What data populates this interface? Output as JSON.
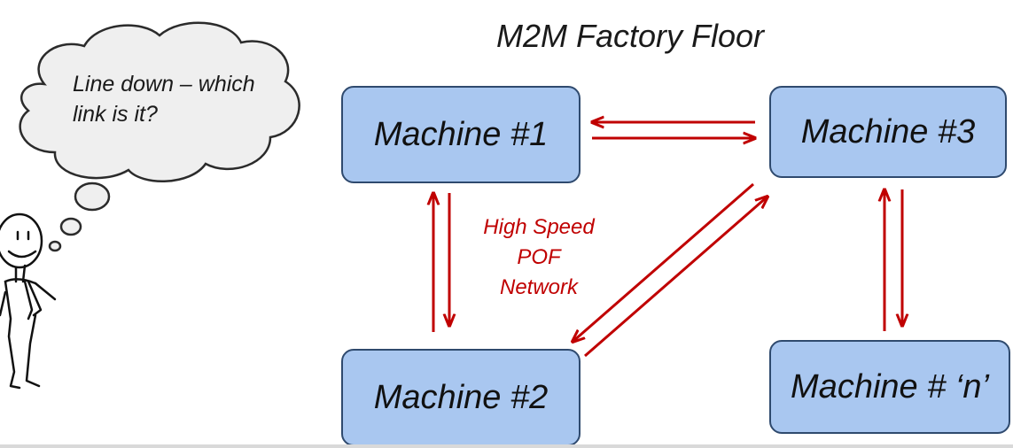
{
  "title": "M2M Factory Floor",
  "machines": {
    "m1": "Machine #1",
    "m2": "Machine #2",
    "m3": "Machine #3",
    "mn": "Machine # ‘n’"
  },
  "network_label": {
    "line1": "High Speed",
    "line2": "POF",
    "line3": "Network"
  },
  "thought": {
    "line1": "Line down – which",
    "line2": "link is it?"
  },
  "colors": {
    "machine_fill": "#a9c7f0",
    "machine_border": "#2f4a6e",
    "link_arrow": "#c00000",
    "cloud_fill": "#efefef"
  }
}
